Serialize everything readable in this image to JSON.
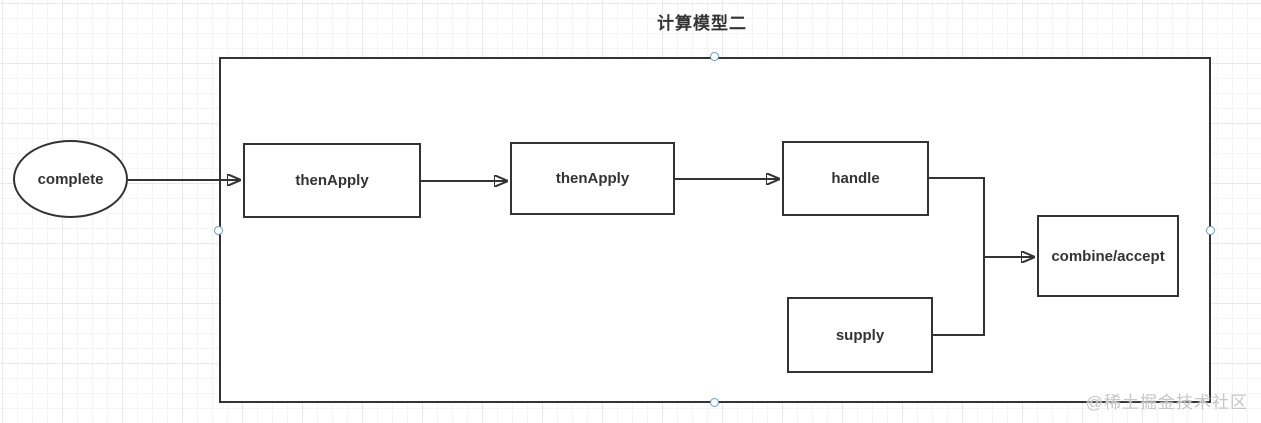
{
  "title": "计算模型二",
  "watermark": "@稀土掘金技术社区",
  "colors": {
    "shape_stroke": "#333333",
    "text": "#333333",
    "handle_stroke": "#5f9fd8",
    "watermark": "#c6c6c6",
    "grid_minor": "#f3f4f6",
    "grid_major": "#e7e8eb"
  },
  "diagram": {
    "nodes": [
      {
        "id": "complete",
        "shape": "ellipse",
        "label": "complete"
      },
      {
        "id": "then-apply-1",
        "shape": "rect",
        "label": "thenApply"
      },
      {
        "id": "then-apply-2",
        "shape": "rect",
        "label": "thenApply"
      },
      {
        "id": "handle",
        "shape": "rect",
        "label": "handle"
      },
      {
        "id": "combine-accept",
        "shape": "rect",
        "label": "combine/accept"
      },
      {
        "id": "supply",
        "shape": "rect",
        "label": "supply"
      }
    ],
    "edges": [
      {
        "from": "complete",
        "to": "then-apply-1"
      },
      {
        "from": "then-apply-1",
        "to": "then-apply-2"
      },
      {
        "from": "then-apply-2",
        "to": "handle"
      },
      {
        "from": "handle",
        "to": "combine-accept"
      },
      {
        "from": "supply",
        "to": "combine-accept"
      }
    ]
  }
}
